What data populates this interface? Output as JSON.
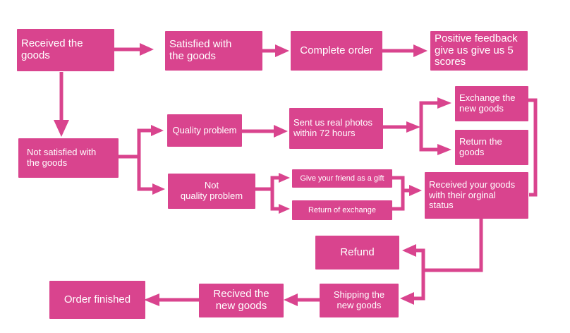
{
  "accent_color": "#d9448e",
  "nodes": {
    "received_goods": "Received the goods",
    "satisfied": "Satisfied with\nthe goods",
    "complete_order": "Complete order",
    "positive_feedback": "Positive feedback\ngive us give us 5\nscores",
    "not_satisfied": "Not satisfied with\nthe goods",
    "quality_problem": "Quality problem",
    "not_quality_problem": "Not\nquality problem",
    "sent_photos": "Sent us real photos\nwithin 72 hours",
    "exchange_new": "Exchange the\nnew goods",
    "return_goods": "Return the\ngoods",
    "gift_friend": "Give your friend as a gift",
    "return_exchange": "Return of exchange",
    "received_original": "Received your goods\nwith their orginal\nstatus",
    "refund": "Refund",
    "order_finished": "Order finished",
    "recived_new": "Recived the\nnew goods",
    "shipping_new": "Shipping the\nnew goods"
  }
}
